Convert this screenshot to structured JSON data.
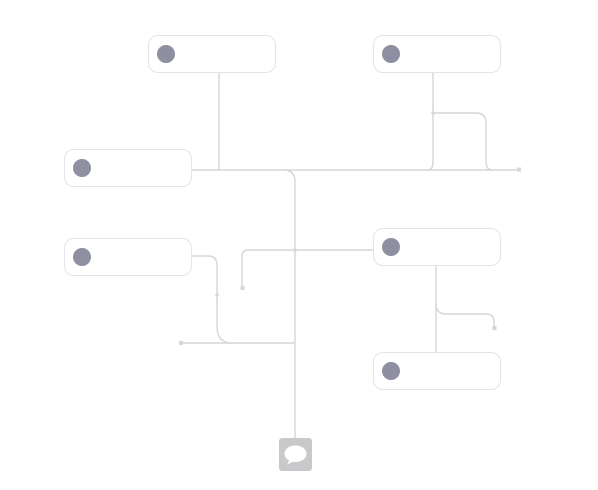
{
  "diagram": {
    "nodes": [
      {
        "id": "n1",
        "label": ""
      },
      {
        "id": "n2",
        "label": ""
      },
      {
        "id": "n3",
        "label": ""
      },
      {
        "id": "n4",
        "label": ""
      },
      {
        "id": "n5",
        "label": ""
      },
      {
        "id": "n6",
        "label": ""
      }
    ],
    "colors": {
      "connector": "#d6d6d9",
      "avatar": "#8e8fa0",
      "node_border": "#e4e4e8",
      "chat_button": "#c9c9cc"
    }
  },
  "chat_button": {
    "icon": "speech-bubble-icon"
  }
}
